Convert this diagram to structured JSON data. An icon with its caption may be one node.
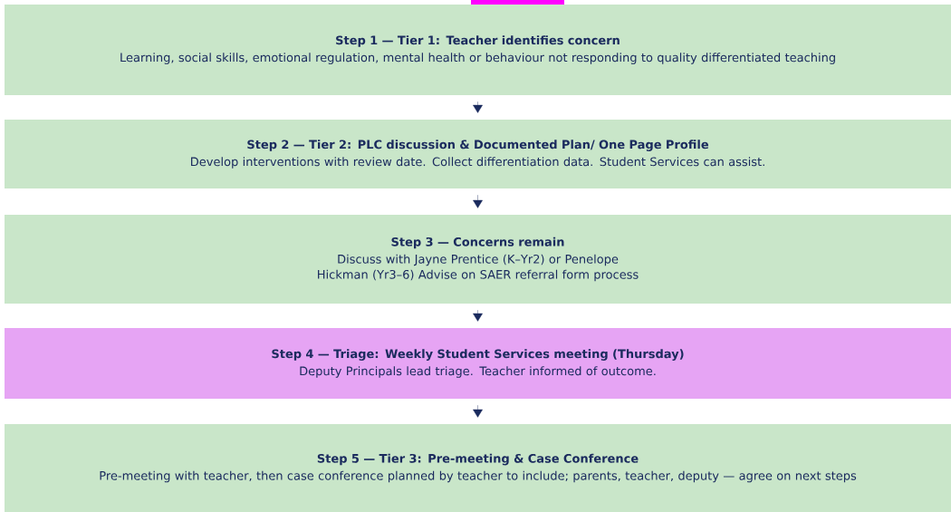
{
  "diagram": {
    "nodes": [
      {
        "text": [
          "Step 1 — Tier 1: Teacher identifies concern",
          "Learning, social skills, emotional regulation, mental health or behaviour not responding to quality differentiated teaching"
        ]
      },
      {
        "text": [
          "Step 2 — Tier 2: PLC discussion & Documented Plan/ One Page Profile",
          "Develop interventions with review date. Collect differentiation data. Student Services can assist."
        ]
      },
      {
        "text": [
          "Step 3 — Concerns remain",
          "Discuss with Jayne Prentice (K–Yr2) or Penelope Hickman (Yr3–6) Advise on SAER referral form process"
        ]
      },
      {
        "text": [
          "Step 4 — Triage: Weekly Student Services meeting (Thursday)",
          "Deputy Principals lead triage. Teacher informed of outcome."
        ]
      },
      {
        "text": [
          "Step 5 — Tier 3: Pre-meeting & Case Conference",
          "Pre-meeting with teacher, then case conference planned by teacher to include; parents, teacher, deputy — agree on next steps"
        ]
      }
    ],
    "edges": [
      {
        "from": 0,
        "to": 1,
        "arrow": "to"
      },
      {
        "from": 1,
        "to": 2,
        "arrow": "to"
      },
      {
        "from": 2,
        "to": 3,
        "arrow": "to"
      },
      {
        "from": 3,
        "to": 4,
        "arrow": "to"
      }
    ]
  }
}
